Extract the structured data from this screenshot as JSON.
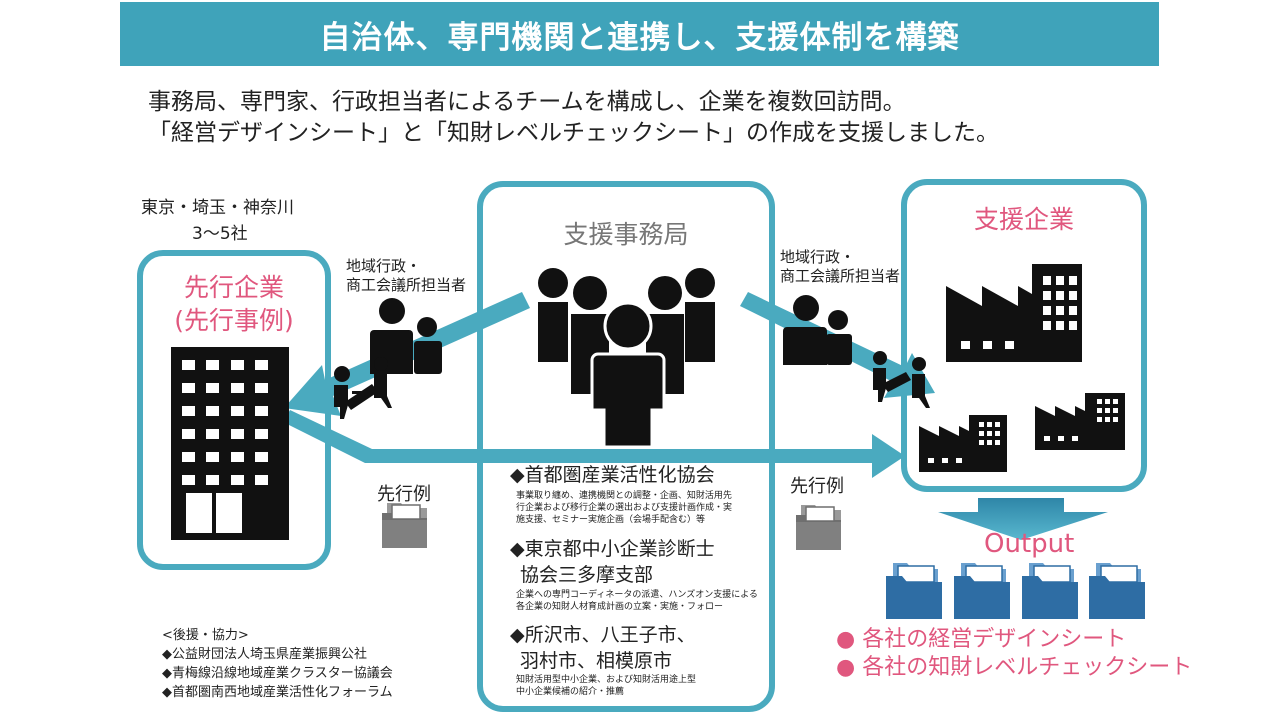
{
  "title": "自治体、専門機関と連携し、支援体制を構築",
  "intro": [
    "事務局、専門家、行政担当者によるチームを構成し、企業を複数回訪問。",
    "「経営デザインシート」と「知財レベルチェックシート」の作成を支援しました。"
  ],
  "left": {
    "region": "東京・埼玉・神奈川",
    "count": "3～5社",
    "box_title_1": "先行企業",
    "box_title_2": "(先行事例)",
    "gov_label_1": "地域行政・",
    "gov_label_2": "商工会議所担当者",
    "folder_label": "先行例"
  },
  "center": {
    "title": "支援事務局",
    "orgs": [
      {
        "name": "◆首都圏産業活性化協会",
        "name2": "",
        "desc": [
          "事業取り纏め、連携機関との調整・企画、知財活用先",
          "行企業および移行企業の選出および支援計画作成・実",
          "施支援、セミナー実施企画（会場手配含む）等"
        ]
      },
      {
        "name": "◆東京都中小企業診断士",
        "name2": "協会三多摩支部",
        "desc": [
          "企業への専門コーディネータの派遣、ハンズオン支援による",
          "各企業の知財人材育成計画の立案・実施・フォロー"
        ]
      },
      {
        "name": "◆所沢市、八王子市、",
        "name2": "羽村市、相模原市",
        "desc": [
          "知財活用型中小企業、および知財活用途上型",
          "中小企業候補の紹介・推薦"
        ]
      }
    ]
  },
  "right": {
    "box_title": "支援企業",
    "gov_label_1": "地域行政・",
    "gov_label_2": "商工会議所担当者",
    "folder_label": "先行例",
    "output_label": "Output",
    "legend": [
      "● 各社の経営デザインシート",
      "● 各社の知財レベルチェックシート"
    ]
  },
  "support": {
    "heading": "<後援・協力>",
    "items": [
      "◆公益財団法人埼玉県産業振興公社",
      "◆青梅線沿線地域産業クラスター協議会",
      "◆首都圏南西地域産業活性化フォーラム"
    ]
  },
  "colors": {
    "accent": "#3fa3ba",
    "box_border": "#4aaabf",
    "highlight": "#e0577e",
    "folder_blue": "#2e6da4",
    "folder_gray": "#808080",
    "arrow": "#4aaabf"
  }
}
